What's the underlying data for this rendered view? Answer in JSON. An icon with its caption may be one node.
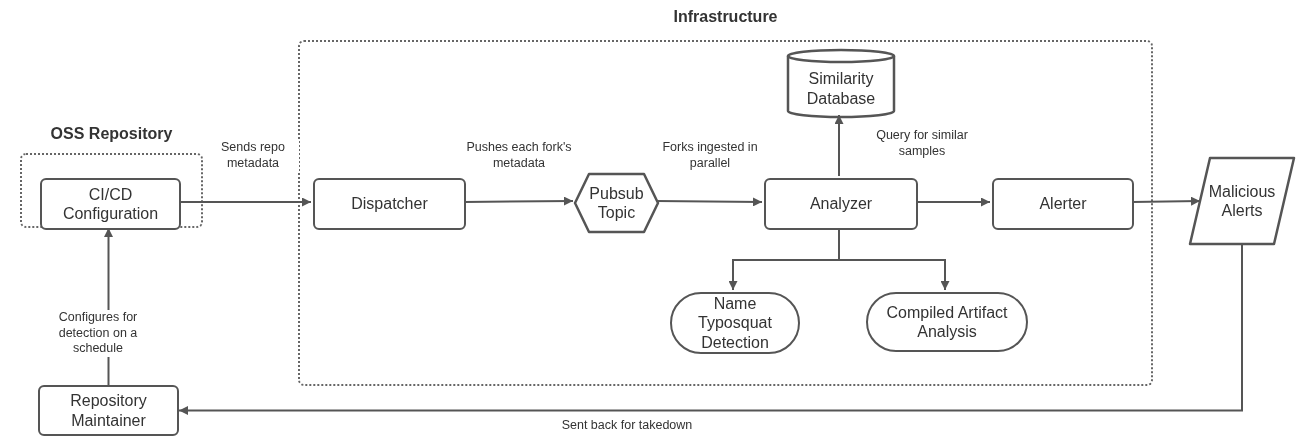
{
  "diagram": {
    "nodes": [
      {
        "text": [
          "OSS Repository"
        ]
      },
      {
        "text": [
          "CI/CD Configuration"
        ],
        "in": 0
      },
      {
        "text": [
          "Infrastructure"
        ]
      },
      {
        "text": [
          "Dispatcher"
        ],
        "in": 2
      },
      {
        "text": [
          "Pubsub Topic"
        ],
        "in": 2
      },
      {
        "text": [
          "Similarity Database"
        ],
        "in": 2
      },
      {
        "text": [
          "Analyzer"
        ],
        "in": 2
      },
      {
        "text": [
          "Alerter"
        ],
        "in": 2
      },
      {
        "text": [
          "Name Typosquat Detection"
        ],
        "in": 2
      },
      {
        "text": [
          "Compiled Artifact Analysis"
        ],
        "in": 2
      },
      {
        "text": [
          "Malicious Alerts"
        ]
      },
      {
        "text": [
          "Repository Maintainer"
        ]
      }
    ],
    "edges": [
      {
        "from": 1,
        "to": 3,
        "arrow": "to",
        "label": "Sends repo metadata"
      },
      {
        "from": 3,
        "to": 4,
        "arrow": "to",
        "label": "Pushes each fork's metadata"
      },
      {
        "from": 4,
        "to": 6,
        "arrow": "to",
        "label": "Forks ingested in parallel"
      },
      {
        "from": 6,
        "to": 5,
        "arrow": "to",
        "label": "Query for similar samples"
      },
      {
        "from": 6,
        "to": 7,
        "arrow": "to"
      },
      {
        "from": 7,
        "to": 10,
        "arrow": "to"
      },
      {
        "from": 6,
        "to": 8,
        "arrow": "to"
      },
      {
        "from": 6,
        "to": 9,
        "arrow": "to"
      },
      {
        "from": 10,
        "to": 11,
        "arrow": "to",
        "label": "Sent back for takedown"
      },
      {
        "from": 11,
        "to": 1,
        "arrow": "to",
        "label": "Configures for detection on a schedule"
      }
    ]
  }
}
